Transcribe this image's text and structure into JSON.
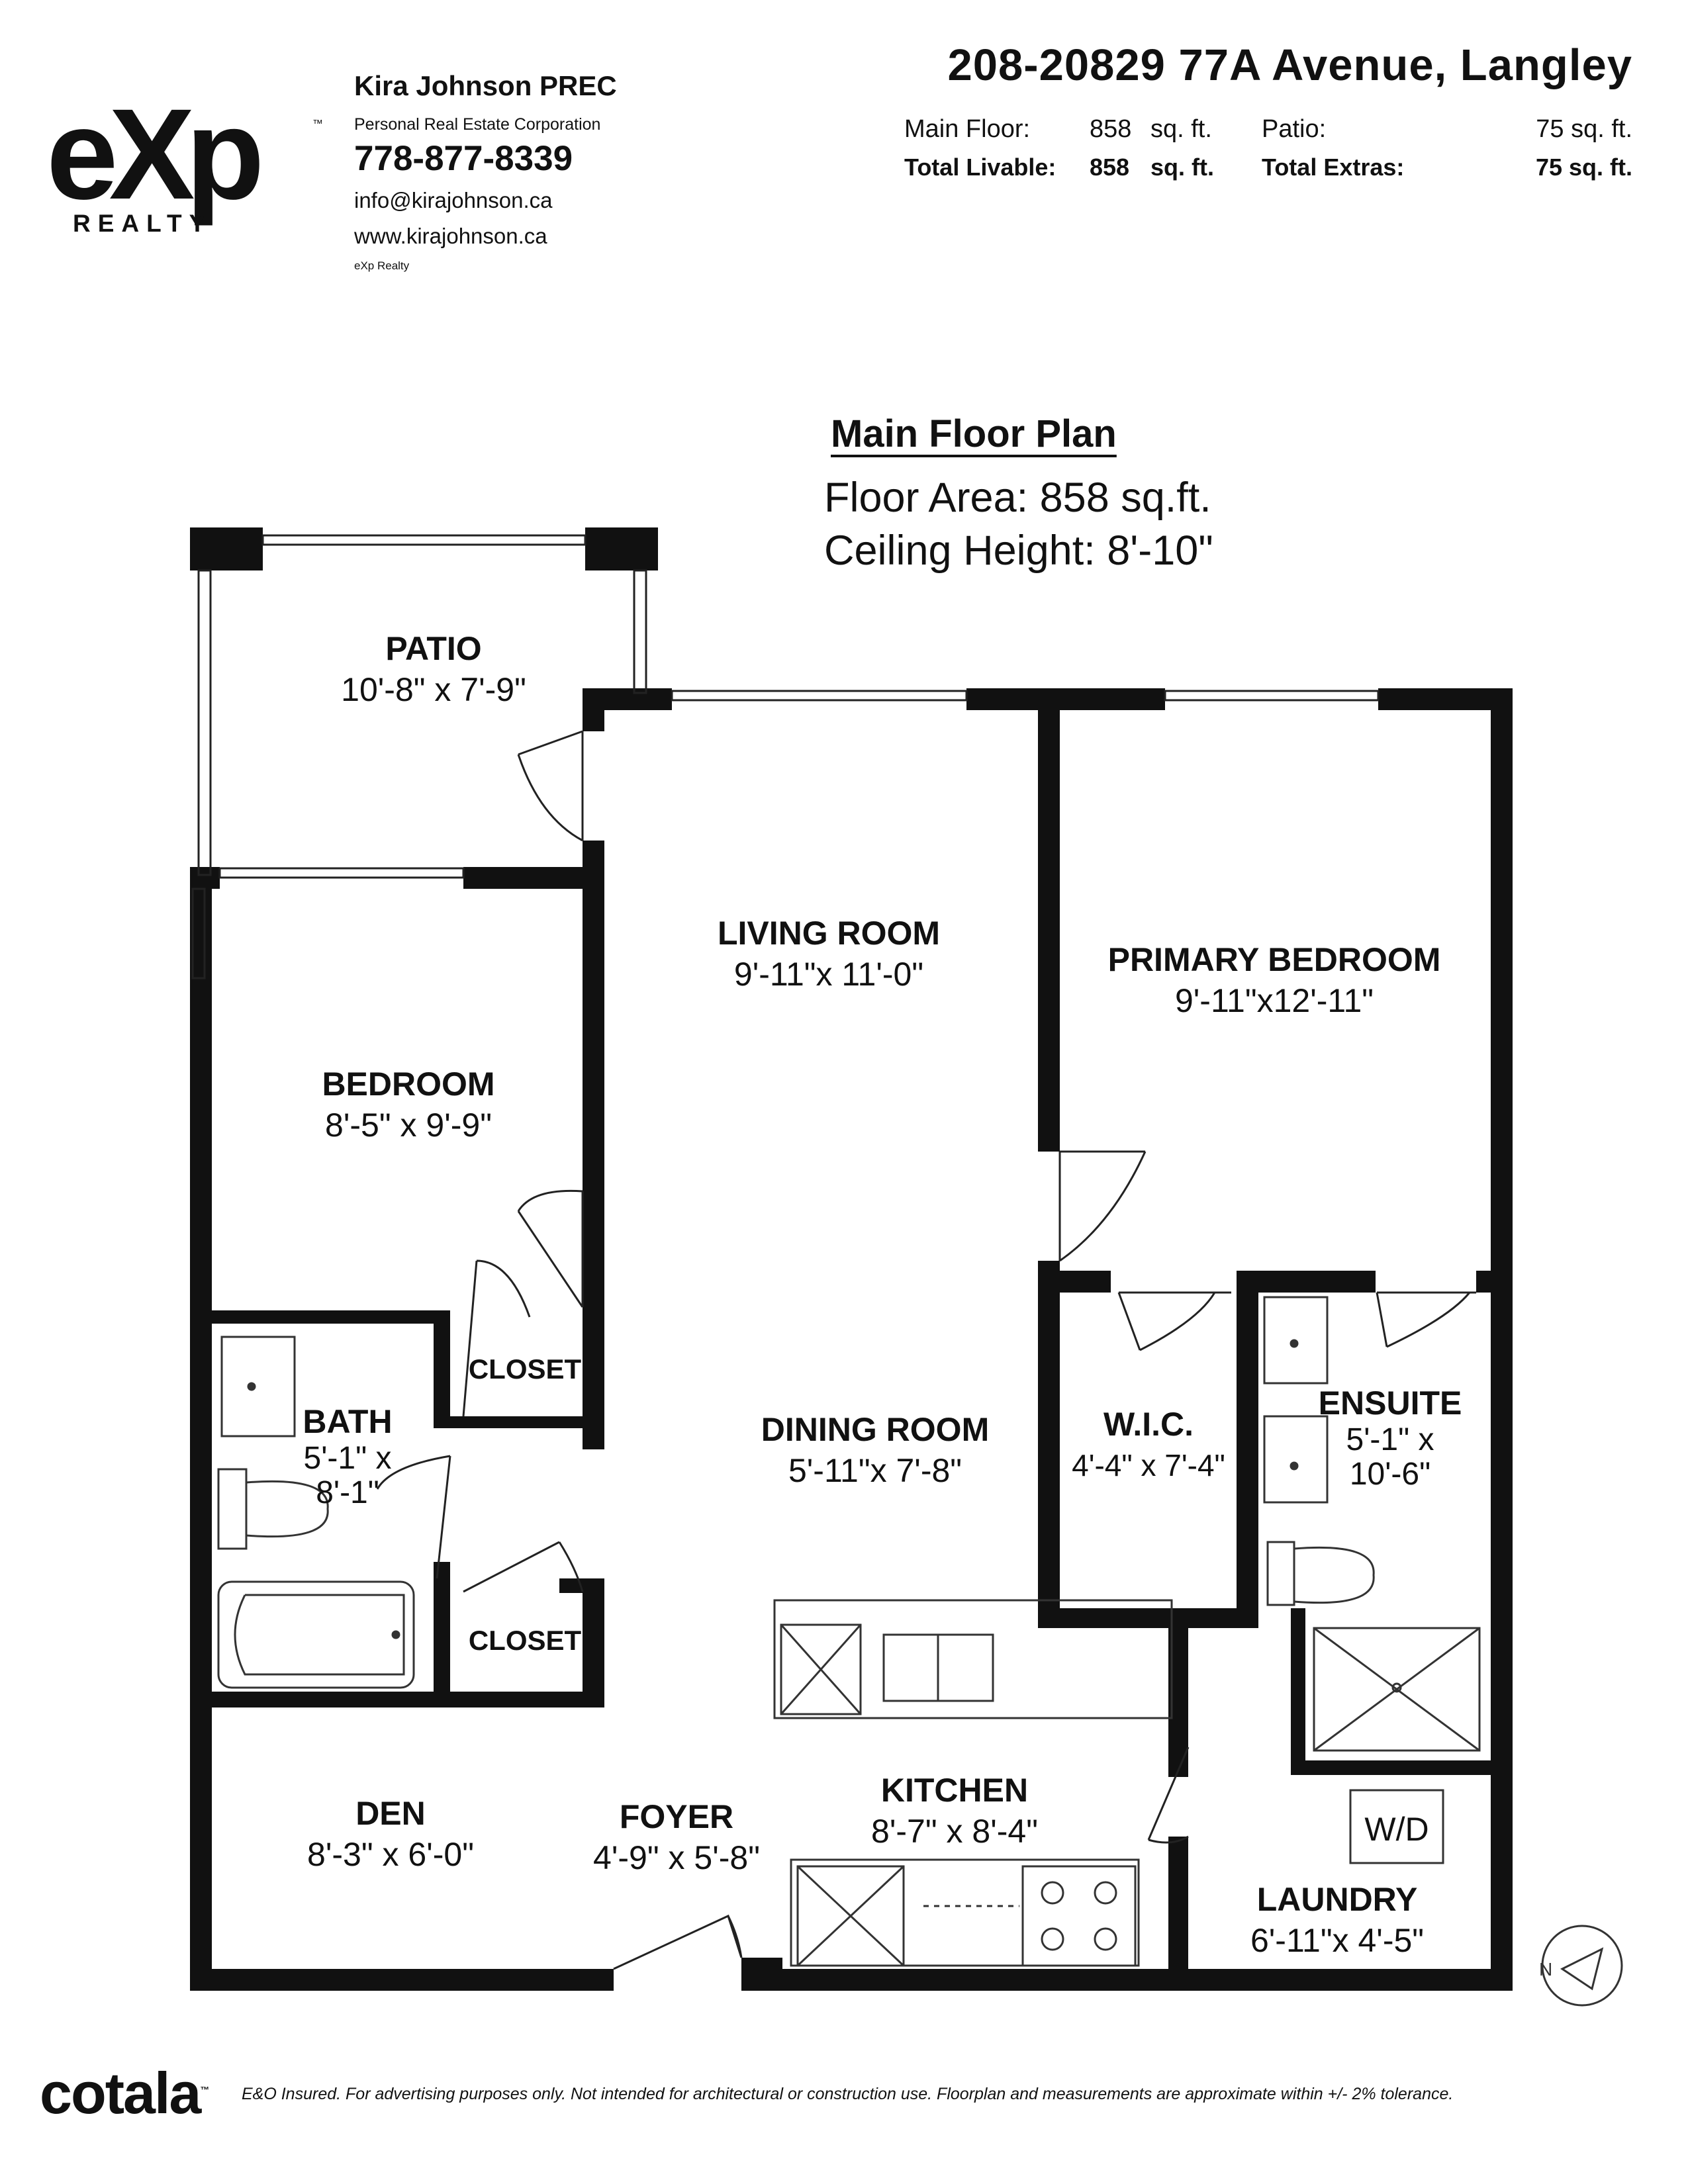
{
  "brand": {
    "logo_text": "eXp",
    "logo_sub": "REALTY",
    "logo_tm": "™"
  },
  "agent": {
    "name": "Kira Johnson PREC",
    "corporation": "Personal Real Estate Corporation",
    "phone": "778-877-8339",
    "email": "info@kirajohnson.ca",
    "website": "www.kirajohnson.ca",
    "brokerage": "eXp Realty"
  },
  "listing": {
    "address": "208-20829 77A Avenue, Langley",
    "main_floor_label": "Main Floor:",
    "main_floor_value": "858",
    "main_floor_unit": "sq. ft.",
    "patio_label": "Patio:",
    "patio_value": "75 sq. ft.",
    "total_livable_label": "Total Livable:",
    "total_livable_value": "858",
    "total_livable_unit": "sq. ft.",
    "total_extras_label": "Total Extras:",
    "total_extras_value": "75 sq. ft."
  },
  "plan": {
    "title": "Main Floor Plan",
    "floor_area": "Floor Area: 858 sq.ft.",
    "ceiling_height": "Ceiling Height: 8'-10\"",
    "compass_label": "N"
  },
  "rooms": {
    "patio": {
      "name": "PATIO",
      "dims": "10'-8\" x 7'-9\""
    },
    "living": {
      "name": "LIVING ROOM",
      "dims": "9'-11\"x 11'-0\""
    },
    "primary": {
      "name": "PRIMARY BEDROOM",
      "dims": "9'-11\"x12'-11\""
    },
    "bedroom": {
      "name": "BEDROOM",
      "dims": "8'-5\" x 9'-9\""
    },
    "closet1": {
      "name": "CLOSET"
    },
    "closet2": {
      "name": "CLOSET"
    },
    "bath": {
      "name": "BATH",
      "dims1": "5'-1\" x",
      "dims2": "8'-1\""
    },
    "dining": {
      "name": "DINING ROOM",
      "dims": "5'-11\"x 7'-8\""
    },
    "wic": {
      "name": "W.I.C.",
      "dims": "4'-4\" x 7'-4\""
    },
    "ensuite": {
      "name": "ENSUITE",
      "dims1": "5'-1\" x",
      "dims2": "10'-6\""
    },
    "kitchen": {
      "name": "KITCHEN",
      "dims": "8'-7\" x 8'-4\""
    },
    "den": {
      "name": "DEN",
      "dims": "8'-3\" x 6'-0\""
    },
    "foyer": {
      "name": "FOYER",
      "dims": "4'-9\" x 5'-8\""
    },
    "laundry": {
      "name": "LAUNDRY",
      "dims": "6'-11\"x 4'-5\"",
      "appliance": "W/D"
    }
  },
  "footer": {
    "company": "cotala",
    "tm": "™",
    "disclaimer": "E&O Insured. For advertising purposes only. Not intended for architectural or construction use. Floorplan and measurements are approximate within +/- 2% tolerance."
  }
}
